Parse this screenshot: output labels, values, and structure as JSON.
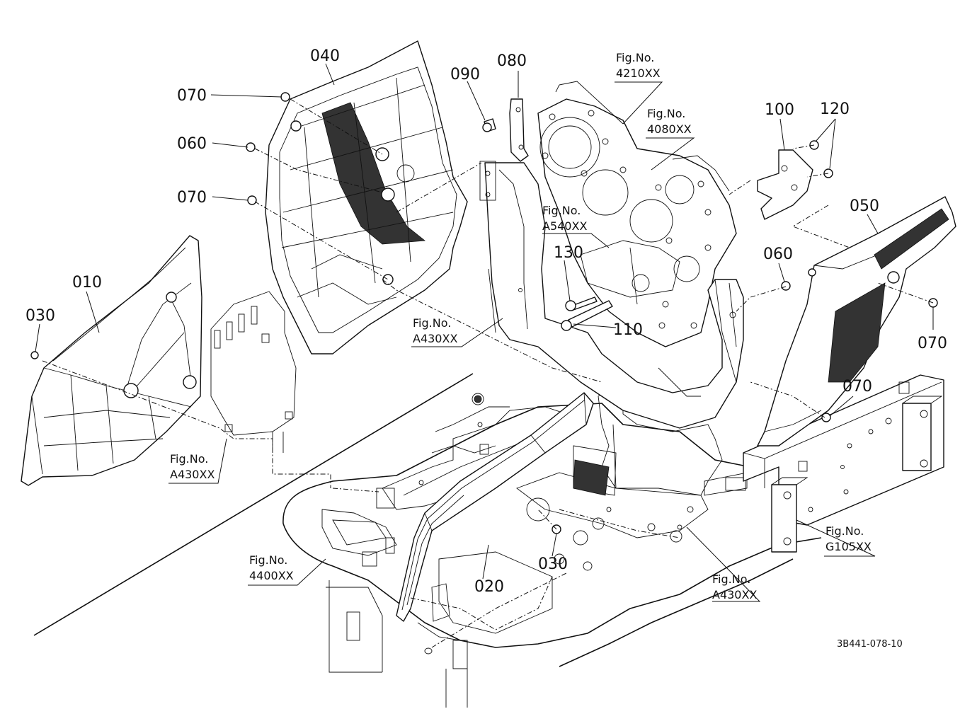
{
  "parts": {
    "p010": "010",
    "p020": "020",
    "p030a": "030",
    "p030b": "030",
    "p040": "040",
    "p050": "050",
    "p060a": "060",
    "p060b": "060",
    "p070a": "070",
    "p070b": "070",
    "p070c": "070",
    "p070d": "070",
    "p080": "080",
    "p090": "090",
    "p100": "100",
    "p110": "110",
    "p120": "120",
    "p130": "130"
  },
  "figrefs": {
    "f4210": {
      "l1": "Fig.No.",
      "l2": "4210XX"
    },
    "f4080": {
      "l1": "Fig.No.",
      "l2": "4080XX"
    },
    "fA540": {
      "l1": "Fig.No.",
      "l2": "A540XX"
    },
    "fA430a": {
      "l1": "Fig.No.",
      "l2": "A430XX"
    },
    "fA430b": {
      "l1": "Fig.No.",
      "l2": "A430XX"
    },
    "fA430c": {
      "l1": "Fig.No.",
      "l2": "A430XX"
    },
    "f4400": {
      "l1": "Fig.No.",
      "l2": "4400XX"
    },
    "fG105": {
      "l1": "Fig.No.",
      "l2": "G105XX"
    }
  },
  "drawing_code": "3B441-078-10"
}
